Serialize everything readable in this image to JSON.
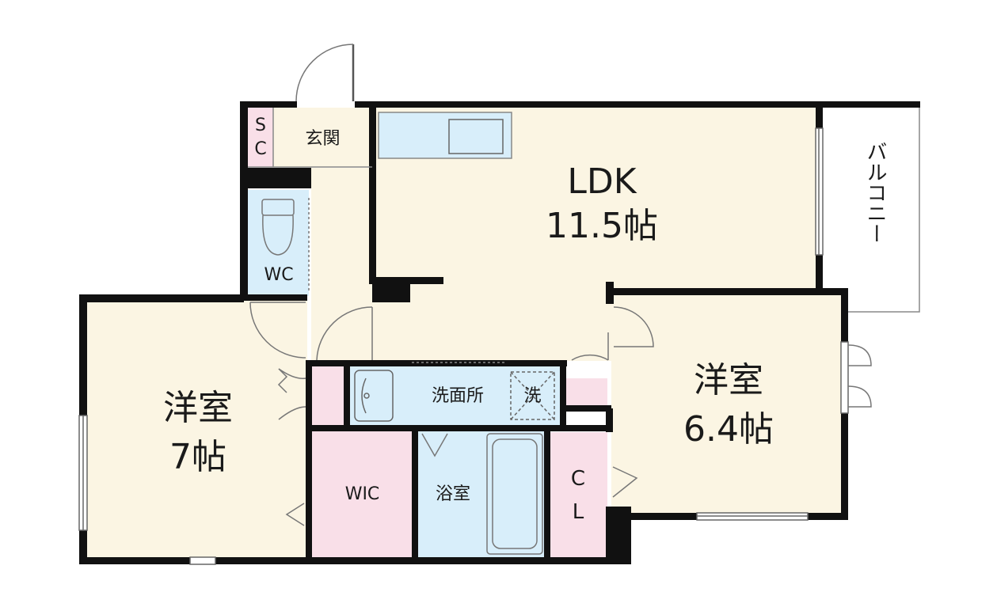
{
  "colors": {
    "cream": "#fbf5e3",
    "pink": "#f9dfe8",
    "blue": "#d8eefa",
    "wall": "#111111",
    "line": "#888888"
  },
  "rooms": {
    "sc_top": "S",
    "sc_bottom": "C",
    "entrance": "玄関",
    "ldk_name": "LDK",
    "ldk_size": "11.5帖",
    "balcony": "バルコニー",
    "wc": "WC",
    "western_left_name": "洋室",
    "western_left_size": "7帖",
    "western_right_name": "洋室",
    "western_right_size": "6.4帖",
    "washroom": "洗面所",
    "washer": "洗",
    "wic": "WIC",
    "bathroom": "浴室",
    "closet_top": "C",
    "closet_bottom": "L"
  }
}
